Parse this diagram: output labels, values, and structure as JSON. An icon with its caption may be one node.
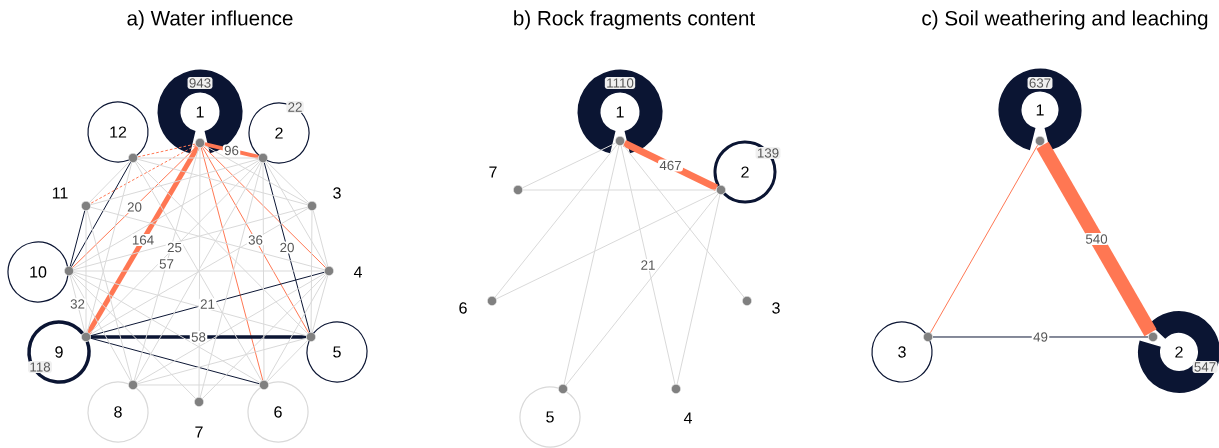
{
  "diagram": {
    "nodes": [
      {
        "text": [
          "1"
        ]
      },
      {
        "text": [
          "2"
        ]
      },
      {
        "text": [
          "3"
        ]
      },
      {
        "text": [
          "4"
        ]
      },
      {
        "text": [
          "5"
        ]
      },
      {
        "text": [
          "6"
        ]
      },
      {
        "text": [
          "7"
        ]
      },
      {
        "text": [
          "8"
        ]
      },
      {
        "text": [
          "9"
        ]
      },
      {
        "text": [
          "10"
        ]
      },
      {
        "text": [
          "11"
        ]
      },
      {
        "text": [
          "12"
        ]
      },
      {
        "text": [
          "1"
        ]
      },
      {
        "text": [
          "2"
        ]
      },
      {
        "text": [
          "3"
        ]
      },
      {
        "text": [
          "4"
        ]
      },
      {
        "text": [
          "5"
        ]
      },
      {
        "text": [
          "6"
        ]
      },
      {
        "text": [
          "7"
        ]
      },
      {
        "text": [
          "1"
        ]
      },
      {
        "text": [
          "2"
        ]
      },
      {
        "text": [
          "3"
        ]
      }
    ],
    "edges": [
      {
        "from": 0,
        "to": 0,
        "arrow": "none",
        "label": "943",
        "style": "thick",
        "color": "#0b1533"
      },
      {
        "from": 1,
        "to": 1,
        "arrow": "none",
        "label": "22",
        "color": "#0b1533"
      },
      {
        "from": 8,
        "to": 8,
        "arrow": "none",
        "label": "118",
        "style": "thick",
        "color": "#0b1533"
      },
      {
        "from": 4,
        "to": 4,
        "arrow": "none",
        "color": "#0b1533"
      },
      {
        "from": 9,
        "to": 9,
        "arrow": "none",
        "color": "#0b1533"
      },
      {
        "from": 11,
        "to": 11,
        "arrow": "none",
        "color": "#0b1533"
      },
      {
        "from": 5,
        "to": 5,
        "arrow": "none"
      },
      {
        "from": 7,
        "to": 7,
        "arrow": "none"
      },
      {
        "from": 0,
        "to": 1,
        "arrow": "none",
        "label": "96",
        "style": "thick",
        "color": "#ff7753"
      },
      {
        "from": 0,
        "to": 11,
        "arrow": "none",
        "style": "dashed",
        "color": "#ff7753"
      },
      {
        "from": 0,
        "to": 10,
        "arrow": "none",
        "style": "dashed",
        "color": "#ff7753"
      },
      {
        "from": 0,
        "to": 9,
        "arrow": "none",
        "label": "20",
        "color": "#ff7753"
      },
      {
        "from": 0,
        "to": 8,
        "arrow": "none",
        "label": "164",
        "style": "thick",
        "color": "#ff7753"
      },
      {
        "from": 0,
        "to": 4,
        "arrow": "none",
        "label": "36",
        "color": "#ff7753"
      },
      {
        "from": 0,
        "to": 5,
        "arrow": "none",
        "color": "#ff7753"
      },
      {
        "from": 0,
        "to": 3,
        "arrow": "none",
        "color": "#ff7753"
      },
      {
        "from": 1,
        "to": 4,
        "arrow": "none",
        "label": "20",
        "color": "#0b1533"
      },
      {
        "from": 11,
        "to": 9,
        "arrow": "none",
        "color": "#0b1533"
      },
      {
        "from": 10,
        "to": 9,
        "arrow": "none",
        "color": "#0b1533"
      },
      {
        "from": 8,
        "to": 3,
        "arrow": "none",
        "label": "21",
        "color": "#0b1533"
      },
      {
        "from": 8,
        "to": 4,
        "arrow": "none",
        "label": "58",
        "style": "thick",
        "color": "#0b1533"
      },
      {
        "from": 8,
        "to": 5,
        "arrow": "none",
        "color": "#0b1533"
      },
      {
        "from": 0,
        "to": 7,
        "arrow": "none",
        "label": "57"
      },
      {
        "from": 8,
        "to": 1,
        "arrow": "none",
        "label": "25"
      },
      {
        "from": 9,
        "to": 8,
        "arrow": "none",
        "label": "32"
      },
      {
        "from": 0,
        "to": 2,
        "arrow": "none"
      },
      {
        "from": 0,
        "to": 6,
        "arrow": "none"
      },
      {
        "from": 1,
        "to": 2,
        "arrow": "none"
      },
      {
        "from": 1,
        "to": 3,
        "arrow": "none"
      },
      {
        "from": 1,
        "to": 5,
        "arrow": "none"
      },
      {
        "from": 1,
        "to": 6,
        "arrow": "none"
      },
      {
        "from": 1,
        "to": 7,
        "arrow": "none"
      },
      {
        "from": 1,
        "to": 9,
        "arrow": "none"
      },
      {
        "from": 1,
        "to": 10,
        "arrow": "none"
      },
      {
        "from": 1,
        "to": 11,
        "arrow": "none"
      },
      {
        "from": 2,
        "to": 3,
        "arrow": "none"
      },
      {
        "from": 2,
        "to": 4,
        "arrow": "none"
      },
      {
        "from": 2,
        "to": 8,
        "arrow": "none"
      },
      {
        "from": 2,
        "to": 9,
        "arrow": "none"
      },
      {
        "from": 2,
        "to": 11,
        "arrow": "none"
      },
      {
        "from": 3,
        "to": 4,
        "arrow": "none"
      },
      {
        "from": 3,
        "to": 5,
        "arrow": "none"
      },
      {
        "from": 3,
        "to": 7,
        "arrow": "none"
      },
      {
        "from": 3,
        "to": 9,
        "arrow": "none"
      },
      {
        "from": 3,
        "to": 10,
        "arrow": "none"
      },
      {
        "from": 4,
        "to": 5,
        "arrow": "none"
      },
      {
        "from": 4,
        "to": 7,
        "arrow": "none"
      },
      {
        "from": 4,
        "to": 9,
        "arrow": "none"
      },
      {
        "from": 4,
        "to": 11,
        "arrow": "none"
      },
      {
        "from": 5,
        "to": 7,
        "arrow": "none"
      },
      {
        "from": 5,
        "to": 9,
        "arrow": "none"
      },
      {
        "from": 5,
        "to": 11,
        "arrow": "none"
      },
      {
        "from": 6,
        "to": 9,
        "arrow": "none"
      },
      {
        "from": 6,
        "to": 3,
        "arrow": "none"
      },
      {
        "from": 7,
        "to": 9,
        "arrow": "none"
      },
      {
        "from": 8,
        "to": 10,
        "arrow": "none"
      },
      {
        "from": 8,
        "to": 11,
        "arrow": "none"
      },
      {
        "from": 10,
        "to": 11,
        "arrow": "none"
      },
      {
        "from": 10,
        "to": 7,
        "arrow": "none"
      },
      {
        "from": 12,
        "to": 12,
        "arrow": "none",
        "label": "1110",
        "style": "thick",
        "color": "#0b1533"
      },
      {
        "from": 13,
        "to": 13,
        "arrow": "none",
        "label": "139",
        "style": "thick",
        "color": "#0b1533"
      },
      {
        "from": 16,
        "to": 16,
        "arrow": "none"
      },
      {
        "from": 12,
        "to": 13,
        "arrow": "none",
        "label": "467",
        "style": "thick",
        "color": "#ff7753"
      },
      {
        "from": 12,
        "to": 18,
        "arrow": "none"
      },
      {
        "from": 12,
        "to": 17,
        "arrow": "none"
      },
      {
        "from": 12,
        "to": 16,
        "arrow": "none"
      },
      {
        "from": 12,
        "to": 15,
        "arrow": "none",
        "label": "21"
      },
      {
        "from": 12,
        "to": 14,
        "arrow": "none"
      },
      {
        "from": 13,
        "to": 18,
        "arrow": "none"
      },
      {
        "from": 13,
        "to": 17,
        "arrow": "none"
      },
      {
        "from": 13,
        "to": 16,
        "arrow": "none"
      },
      {
        "from": 13,
        "to": 15,
        "arrow": "none"
      },
      {
        "from": 19,
        "to": 19,
        "arrow": "none",
        "label": "637",
        "style": "thick",
        "color": "#0b1533"
      },
      {
        "from": 20,
        "to": 20,
        "arrow": "none",
        "label": "547",
        "style": "thick",
        "color": "#0b1533"
      },
      {
        "from": 21,
        "to": 21,
        "arrow": "none",
        "color": "#0b1533"
      },
      {
        "from": 19,
        "to": 20,
        "arrow": "none",
        "label": "540",
        "style": "thick",
        "color": "#ff7753"
      },
      {
        "from": 19,
        "to": 21,
        "arrow": "none",
        "color": "#ff7753"
      },
      {
        "from": 21,
        "to": 20,
        "arrow": "none",
        "label": "49",
        "color": "#0b1533"
      }
    ],
    "labels": [
      "a) Water influence",
      "b) Rock fragments content",
      "c) Soil weathering and leaching"
    ]
  }
}
